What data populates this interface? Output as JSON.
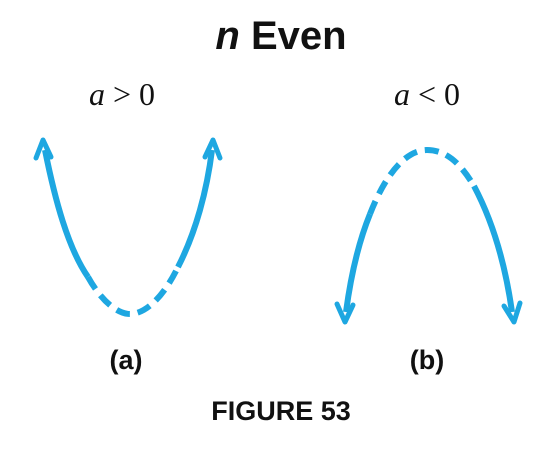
{
  "title": {
    "variable": "n",
    "text": "Even"
  },
  "panels": [
    {
      "condition": {
        "variable": "a",
        "operator": ">",
        "value": "0"
      },
      "label": "(a)"
    },
    {
      "condition": {
        "variable": "a",
        "operator": "<",
        "value": "0"
      },
      "label": "(b)"
    }
  ],
  "caption": "FIGURE 53",
  "colors": {
    "curve": "#1ea7e1",
    "text": "#111111"
  }
}
